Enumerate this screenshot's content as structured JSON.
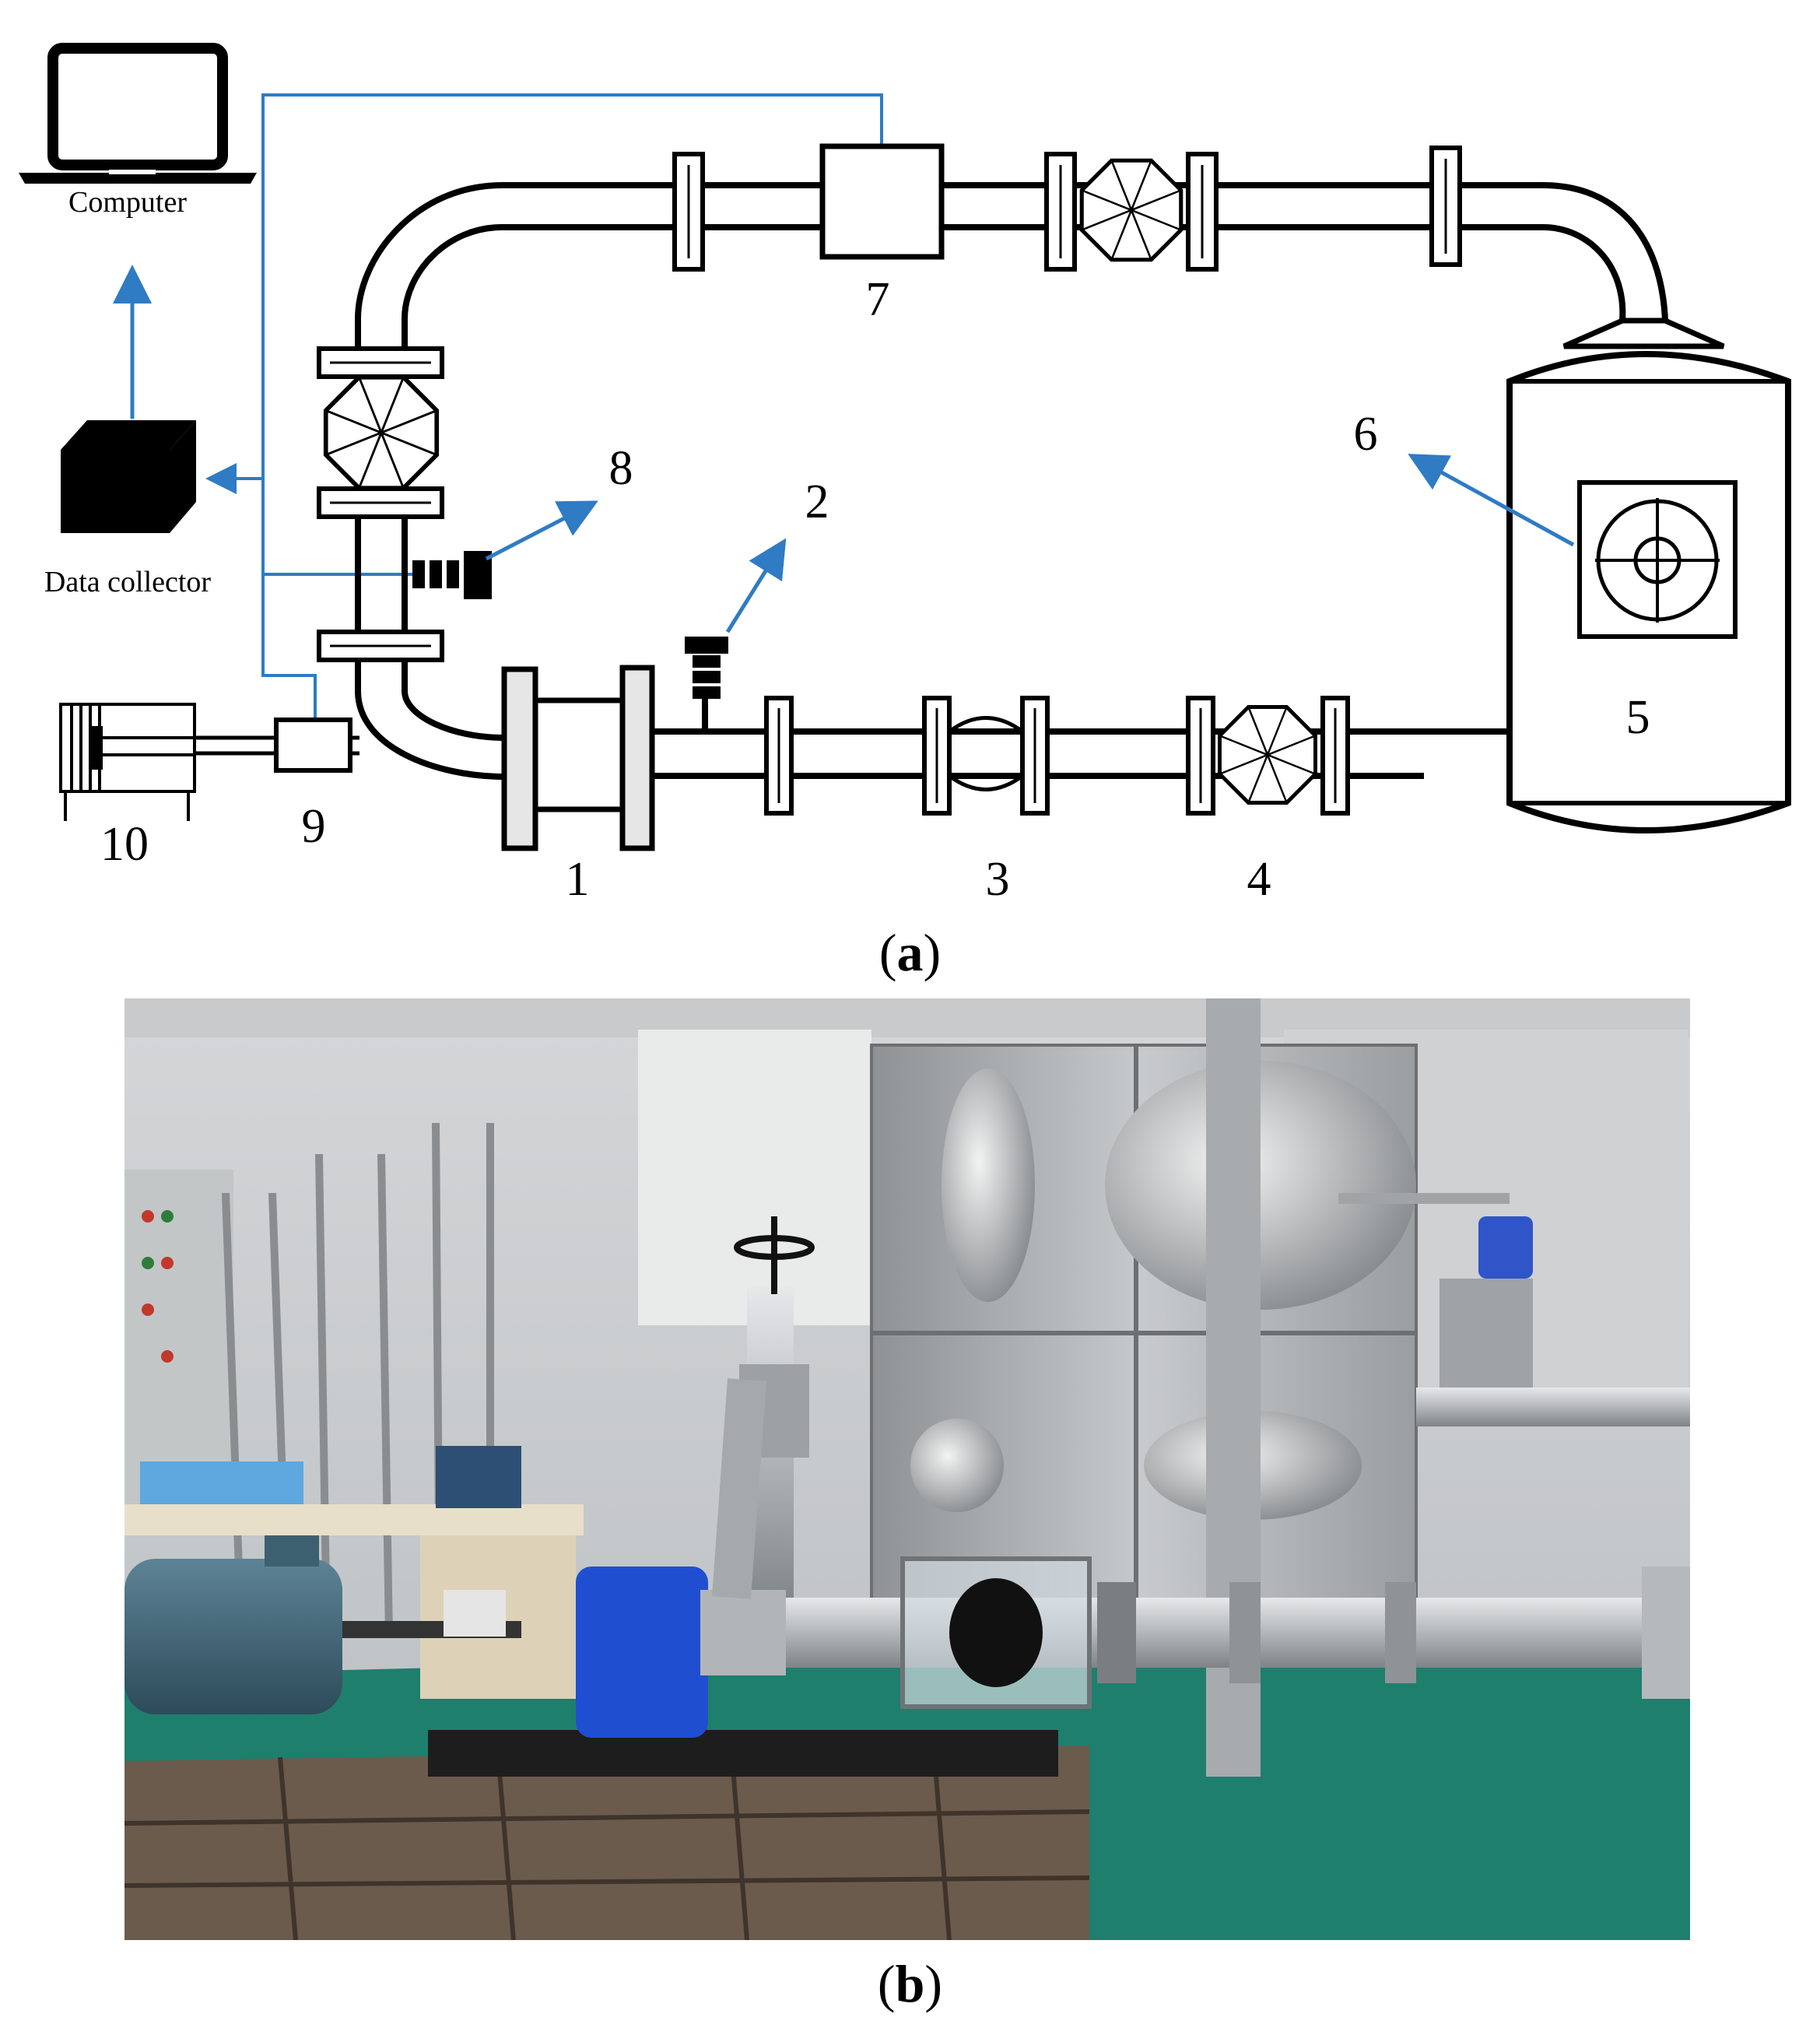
{
  "figure": {
    "labels": {
      "computer": "Computer",
      "data_collector": "Data collector",
      "n1": "1",
      "n2": "2",
      "n3": "3",
      "n4": "4",
      "n5": "5",
      "n6": "6",
      "n7": "7",
      "n8": "8",
      "n9": "9",
      "n10": "10"
    },
    "captions": {
      "a": "a",
      "b": "b"
    },
    "colors": {
      "signal": "#2f7bc4",
      "stroke": "#000000",
      "photo_floor": "#1e7f6d",
      "pump_blue": "#1f4fd0"
    }
  }
}
